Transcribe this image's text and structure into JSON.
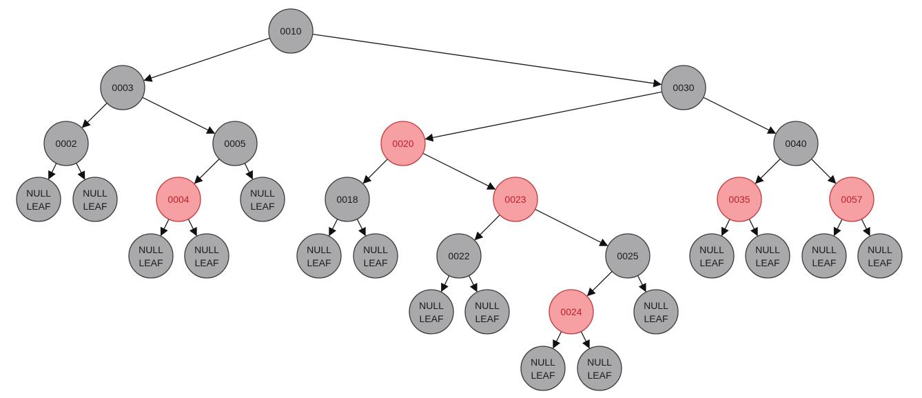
{
  "colors": {
    "black_fill": "#a9a8ab",
    "black_text": "#1a1a1a",
    "red_fill": "#f6a0a3",
    "red_text": "#b8232a"
  },
  "nodes": [
    {
      "id": "n10",
      "label": "0010",
      "color": "black"
    },
    {
      "id": "n3",
      "label": "0003",
      "color": "black"
    },
    {
      "id": "n30",
      "label": "0030",
      "color": "black"
    },
    {
      "id": "n2",
      "label": "0002",
      "color": "black"
    },
    {
      "id": "n5",
      "label": "0005",
      "color": "black"
    },
    {
      "id": "n20",
      "label": "0020",
      "color": "red"
    },
    {
      "id": "n40",
      "label": "0040",
      "color": "black"
    },
    {
      "id": "n4",
      "label": "0004",
      "color": "red"
    },
    {
      "id": "n18",
      "label": "0018",
      "color": "black"
    },
    {
      "id": "n23",
      "label": "0023",
      "color": "red"
    },
    {
      "id": "n35",
      "label": "0035",
      "color": "red"
    },
    {
      "id": "n57",
      "label": "0057",
      "color": "red"
    },
    {
      "id": "n22",
      "label": "0022",
      "color": "black"
    },
    {
      "id": "n25",
      "label": "0025",
      "color": "black"
    },
    {
      "id": "n24",
      "label": "0024",
      "color": "red"
    },
    {
      "id": "l2a",
      "label": "NULL LEAF",
      "color": "black"
    },
    {
      "id": "l2b",
      "label": "NULL LEAF",
      "color": "black"
    },
    {
      "id": "l5b",
      "label": "NULL LEAF",
      "color": "black"
    },
    {
      "id": "l4a",
      "label": "NULL LEAF",
      "color": "black"
    },
    {
      "id": "l4b",
      "label": "NULL LEAF",
      "color": "black"
    },
    {
      "id": "l18a",
      "label": "NULL LEAF",
      "color": "black"
    },
    {
      "id": "l18b",
      "label": "NULL LEAF",
      "color": "black"
    },
    {
      "id": "l35a",
      "label": "NULL LEAF",
      "color": "black"
    },
    {
      "id": "l35b",
      "label": "NULL LEAF",
      "color": "black"
    },
    {
      "id": "l57a",
      "label": "NULL LEAF",
      "color": "black"
    },
    {
      "id": "l57b",
      "label": "NULL LEAF",
      "color": "black"
    },
    {
      "id": "l22a",
      "label": "NULL LEAF",
      "color": "black"
    },
    {
      "id": "l22b",
      "label": "NULL LEAF",
      "color": "black"
    },
    {
      "id": "l25b",
      "label": "NULL LEAF",
      "color": "black"
    },
    {
      "id": "l24a",
      "label": "NULL LEAF",
      "color": "black"
    },
    {
      "id": "l24b",
      "label": "NULL LEAF",
      "color": "black"
    }
  ],
  "edges": [
    [
      "n10",
      "n3"
    ],
    [
      "n10",
      "n30"
    ],
    [
      "n3",
      "n2"
    ],
    [
      "n3",
      "n5"
    ],
    [
      "n30",
      "n20"
    ],
    [
      "n30",
      "n40"
    ],
    [
      "n2",
      "l2a"
    ],
    [
      "n2",
      "l2b"
    ],
    [
      "n5",
      "n4"
    ],
    [
      "n5",
      "l5b"
    ],
    [
      "n4",
      "l4a"
    ],
    [
      "n4",
      "l4b"
    ],
    [
      "n20",
      "n18"
    ],
    [
      "n20",
      "n23"
    ],
    [
      "n18",
      "l18a"
    ],
    [
      "n18",
      "l18b"
    ],
    [
      "n23",
      "n22"
    ],
    [
      "n23",
      "n25"
    ],
    [
      "n22",
      "l22a"
    ],
    [
      "n22",
      "l22b"
    ],
    [
      "n25",
      "n24"
    ],
    [
      "n25",
      "l25b"
    ],
    [
      "n24",
      "l24a"
    ],
    [
      "n24",
      "l24b"
    ],
    [
      "n40",
      "n35"
    ],
    [
      "n40",
      "n57"
    ],
    [
      "n35",
      "l35a"
    ],
    [
      "n35",
      "l35b"
    ],
    [
      "n57",
      "l57a"
    ],
    [
      "n57",
      "l57b"
    ]
  ]
}
